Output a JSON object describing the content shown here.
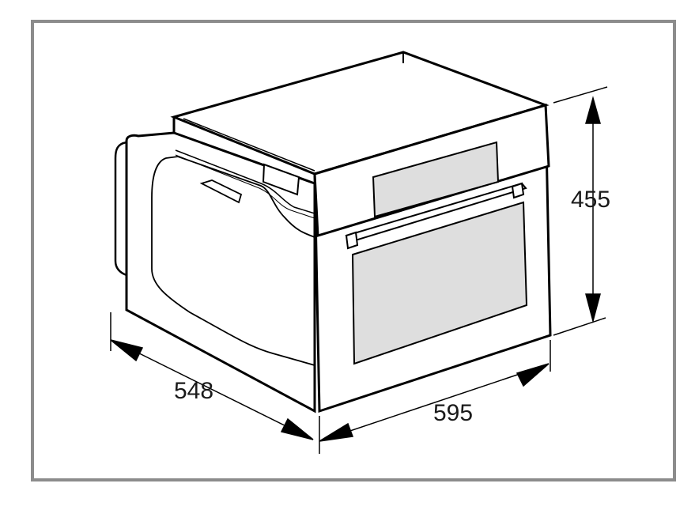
{
  "dimensions": {
    "height": "455",
    "width": "595",
    "depth": "548"
  },
  "colors": {
    "frame": "#8c8c8c",
    "line": "#000000",
    "window": "#dedede"
  }
}
